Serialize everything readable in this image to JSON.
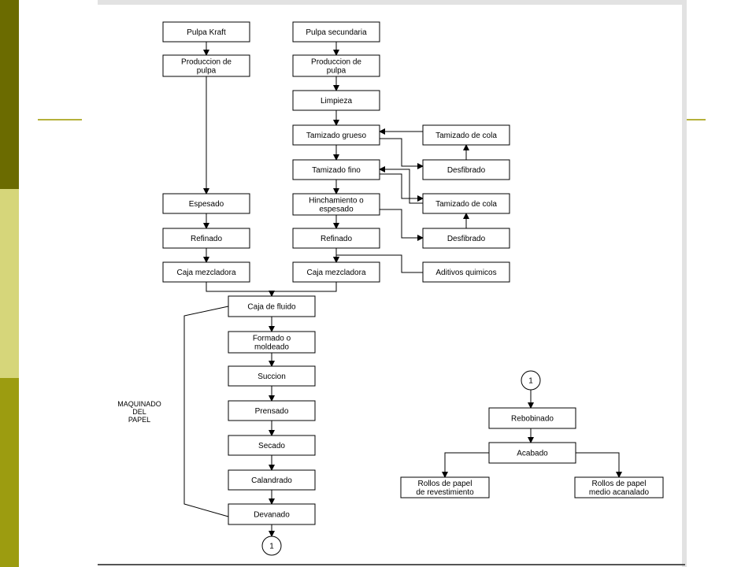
{
  "nodes": [
    {
      "id": "pulpa_kraft",
      "lines": [
        "Pulpa Kraft"
      ]
    },
    {
      "id": "prod_kraft",
      "lines": [
        "Produccion de",
        "pulpa"
      ]
    },
    {
      "id": "espesado",
      "lines": [
        "Espesado"
      ]
    },
    {
      "id": "refinado_k",
      "lines": [
        "Refinado"
      ]
    },
    {
      "id": "caja_k",
      "lines": [
        "Caja mezcladora"
      ]
    },
    {
      "id": "pulpa_sec",
      "lines": [
        "Pulpa secundaria"
      ]
    },
    {
      "id": "prod_sec",
      "lines": [
        "Produccion de",
        "pulpa"
      ]
    },
    {
      "id": "limpieza",
      "lines": [
        "Limpieza"
      ]
    },
    {
      "id": "tam_grueso",
      "lines": [
        "Tamizado grueso"
      ]
    },
    {
      "id": "tam_fino",
      "lines": [
        "Tamizado fino"
      ]
    },
    {
      "id": "hinchamiento",
      "lines": [
        "Hinchamiento o",
        "espesado"
      ]
    },
    {
      "id": "refinado_s",
      "lines": [
        "Refinado"
      ]
    },
    {
      "id": "caja_s",
      "lines": [
        "Caja mezcladora"
      ]
    },
    {
      "id": "tam_cola_1",
      "lines": [
        "Tamizado de cola"
      ]
    },
    {
      "id": "desfibrado_1",
      "lines": [
        "Desfibrado"
      ]
    },
    {
      "id": "tam_cola_2",
      "lines": [
        "Tamizado de cola"
      ]
    },
    {
      "id": "desfibrado_2",
      "lines": [
        "Desfibrado"
      ]
    },
    {
      "id": "aditivos",
      "lines": [
        "Aditivos quimicos"
      ]
    },
    {
      "id": "caja_fluido",
      "lines": [
        "Caja de fluido"
      ]
    },
    {
      "id": "formado",
      "lines": [
        "Formado o",
        "moldeado"
      ]
    },
    {
      "id": "succion",
      "lines": [
        "Succion"
      ]
    },
    {
      "id": "prensado",
      "lines": [
        "Prensado"
      ]
    },
    {
      "id": "secado",
      "lines": [
        "Secado"
      ]
    },
    {
      "id": "calandrado",
      "lines": [
        "Calandrado"
      ]
    },
    {
      "id": "devanado",
      "lines": [
        "Devanado"
      ]
    },
    {
      "id": "rebobinado",
      "lines": [
        "Rebobinado"
      ]
    },
    {
      "id": "acabado",
      "lines": [
        "Acabado"
      ]
    },
    {
      "id": "rollos_rev",
      "lines": [
        "Rollos de papel",
        "de revestimiento"
      ]
    },
    {
      "id": "rollos_med",
      "lines": [
        "Rollos de papel",
        "medio acanalado"
      ]
    }
  ],
  "connectors": [
    {
      "id": "conn_bottom",
      "label": "1"
    },
    {
      "id": "conn_top",
      "label": "1"
    }
  ],
  "edges": [
    {
      "from": "pulpa_kraft",
      "to": "prod_kraft"
    },
    {
      "from": "prod_kraft",
      "to": "espesado"
    },
    {
      "from": "espesado",
      "to": "refinado_k"
    },
    {
      "from": "refinado_k",
      "to": "caja_k"
    },
    {
      "from": "pulpa_sec",
      "to": "prod_sec"
    },
    {
      "from": "prod_sec",
      "to": "limpieza"
    },
    {
      "from": "limpieza",
      "to": "tam_grueso"
    },
    {
      "from": "tam_grueso",
      "to": "tam_fino"
    },
    {
      "from": "tam_fino",
      "to": "hinchamiento"
    },
    {
      "from": "hinchamiento",
      "to": "refinado_s"
    },
    {
      "from": "refinado_s",
      "to": "caja_s"
    },
    {
      "from": "tam_grueso",
      "to": "desfibrado_1"
    },
    {
      "from": "desfibrado_1",
      "to": "tam_cola_1"
    },
    {
      "from": "tam_cola_1",
      "to": "tam_grueso"
    },
    {
      "from": "tam_fino",
      "to": "tam_cola_2"
    },
    {
      "from": "hinchamiento",
      "to": "desfibrado_2"
    },
    {
      "from": "desfibrado_2",
      "to": "tam_cola_2"
    },
    {
      "from": "tam_cola_2",
      "to": "tam_fino"
    },
    {
      "from": "aditivos",
      "to": "caja_s"
    },
    {
      "from": "caja_k",
      "to": "caja_fluido"
    },
    {
      "from": "caja_s",
      "to": "caja_fluido"
    },
    {
      "from": "caja_fluido",
      "to": "formado"
    },
    {
      "from": "formado",
      "to": "succion"
    },
    {
      "from": "succion",
      "to": "prensado"
    },
    {
      "from": "prensado",
      "to": "secado"
    },
    {
      "from": "secado",
      "to": "calandrado"
    },
    {
      "from": "calandrado",
      "to": "devanado"
    },
    {
      "from": "devanado",
      "to": "caja_fluido"
    },
    {
      "from": "devanado",
      "to": "conn_bottom"
    },
    {
      "from": "conn_top",
      "to": "rebobinado"
    },
    {
      "from": "rebobinado",
      "to": "acabado"
    },
    {
      "from": "acabado",
      "to": "rollos_rev"
    },
    {
      "from": "acabado",
      "to": "rollos_med"
    }
  ],
  "annotations": {
    "maquinado": [
      "MAQUINADO",
      "DEL",
      "PAPEL"
    ]
  }
}
